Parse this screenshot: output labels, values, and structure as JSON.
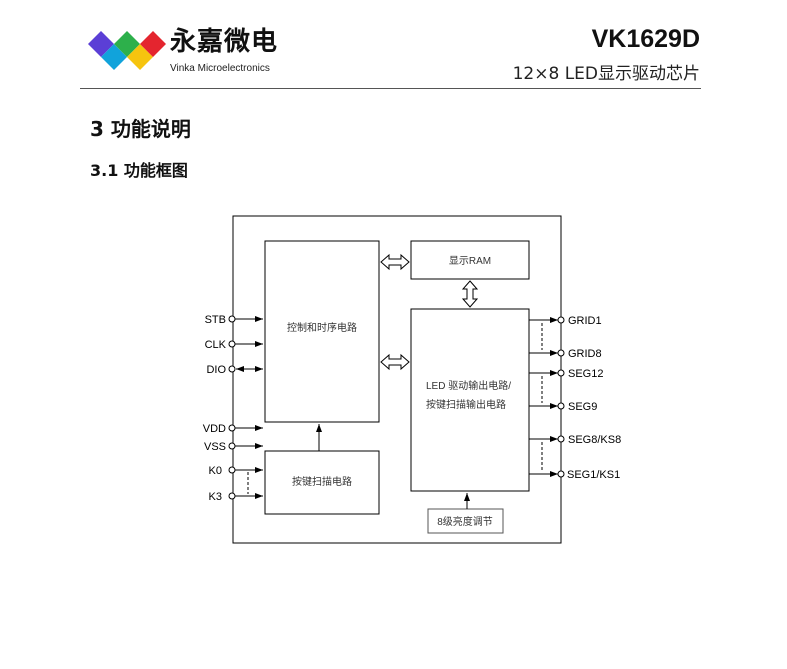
{
  "header": {
    "brand_cn": "永嘉微电",
    "brand_en": "Vinka Microelectronics",
    "title": "VK1629D",
    "subtitle": "12×8  LED显示驱动芯片"
  },
  "section": {
    "heading": "3   功能说明",
    "subheading": "3.1  功能框图"
  },
  "diagram": {
    "blocks": {
      "control": "控制和时序电路",
      "ram": "显示RAM",
      "driver_line1": "LED 驱动输出电路/",
      "driver_line2": "按键扫描输出电路",
      "keyscan": "按键扫描电路",
      "brightness": "8级亮度调节"
    },
    "left_pins": [
      "STB",
      "CLK",
      "DIO",
      "VDD",
      "VSS",
      "K0",
      "K3"
    ],
    "right_pins": [
      "GRID1",
      "GRID8",
      "SEG12",
      "SEG9",
      "SEG8/KS8",
      "SEG1/KS1"
    ]
  }
}
